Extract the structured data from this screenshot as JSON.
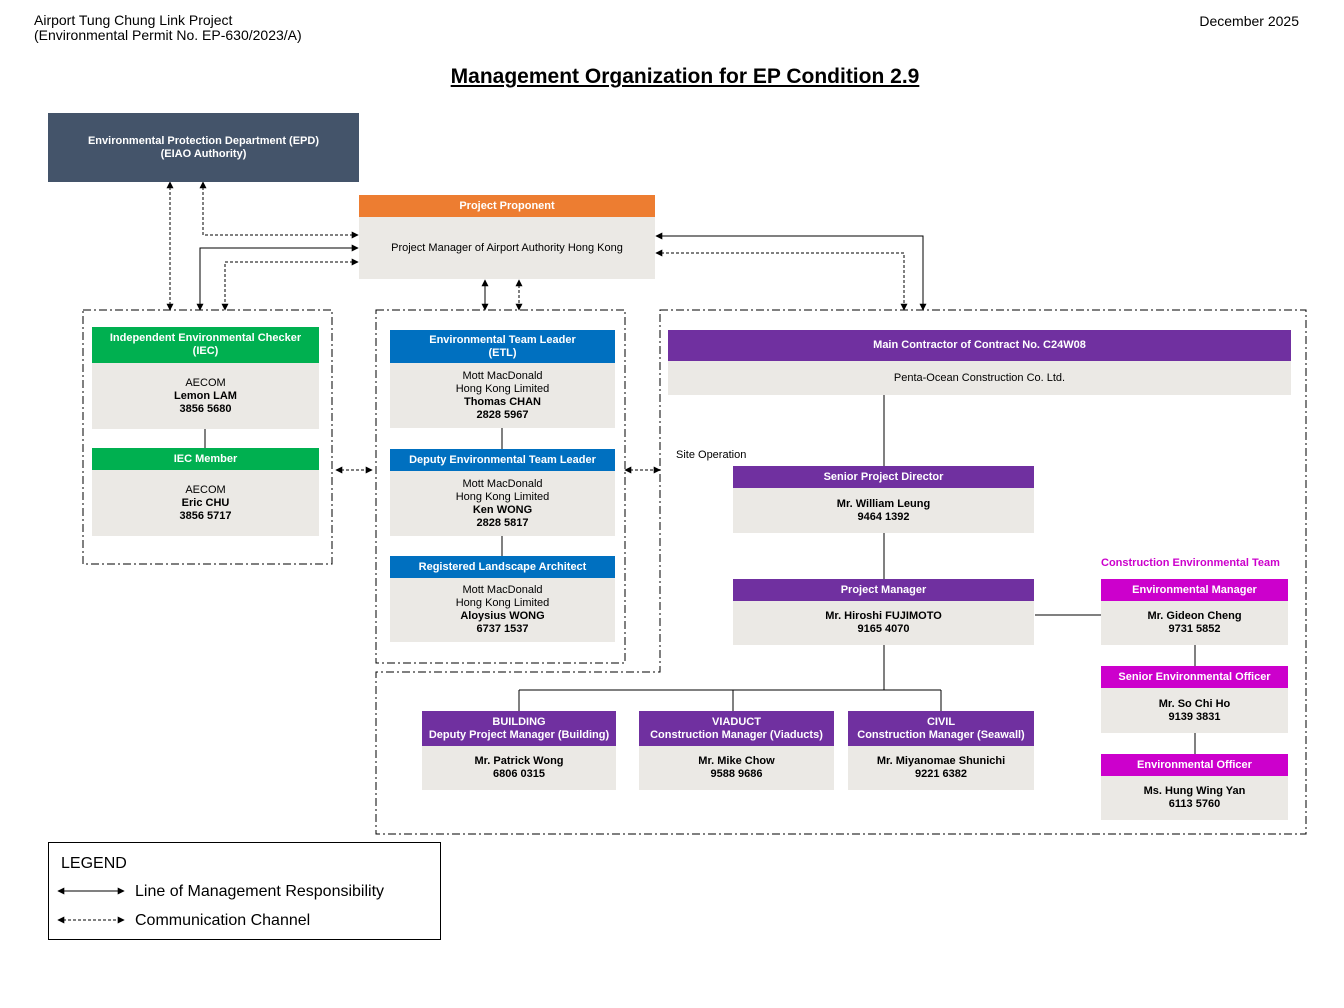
{
  "header": {
    "project_line1": "Airport Tung Chung Link Project",
    "project_line2": "(Environmental Permit No. EP-630/2023/A)",
    "date": "December 2025",
    "title": "Management Organization for EP Condition 2.9"
  },
  "colors": {
    "epd": "#44546a",
    "proponent": "#ed7d31",
    "iec": "#00b050",
    "etl": "#0070c0",
    "contractor": "#7030a0",
    "cet": "#cc00cc",
    "body": "#ebe9e5"
  },
  "epd": {
    "line1": "Environmental Protection Department (EPD)",
    "line2": "(EIAO Authority)"
  },
  "proponent": {
    "header": "Project Proponent",
    "body": "Project Manager of Airport Authority Hong Kong"
  },
  "iec": {
    "header1": "Independent Environmental Checker",
    "header2": "(IEC)",
    "company": "AECOM",
    "name": "Lemon LAM",
    "phone": "3856 5680"
  },
  "iec_member": {
    "header": "IEC Member",
    "company": "AECOM",
    "name": "Eric CHU",
    "phone": "3856 5717"
  },
  "etl": {
    "header1": "Environmental Team Leader",
    "header2": "(ETL)",
    "company1": "Mott MacDonald",
    "company2": "Hong Kong Limited",
    "name": "Thomas CHAN",
    "phone": "2828 5967"
  },
  "detl": {
    "header": "Deputy Environmental Team Leader",
    "company1": "Mott MacDonald",
    "company2": "Hong Kong Limited",
    "name": "Ken WONG",
    "phone": "2828 5817"
  },
  "rla": {
    "header": "Registered Landscape Architect",
    "company1": "Mott MacDonald",
    "company2": "Hong Kong Limited",
    "name": "Aloysius WONG",
    "phone": "6737 1537"
  },
  "contractor": {
    "header": "Main Contractor of Contract No. C24W08",
    "body": "Penta-Ocean Construction Co. Ltd."
  },
  "site_operation": "Site Operation",
  "spd": {
    "header": "Senior Project Director",
    "name": "Mr. William Leung",
    "phone": "9464 1392"
  },
  "pm": {
    "header": "Project Manager",
    "name": "Mr. Hiroshi FUJIMOTO",
    "phone": "9165 4070"
  },
  "building": {
    "header1": "BUILDING",
    "header2": "Deputy Project Manager (Building)",
    "name": "Mr. Patrick Wong",
    "phone": "6806 0315"
  },
  "viaduct": {
    "header1": "VIADUCT",
    "header2": "Construction Manager (Viaducts)",
    "name": "Mr. Mike Chow",
    "phone": "9588 9686"
  },
  "civil": {
    "header1": "CIVIL",
    "header2": "Construction Manager (Seawall)",
    "name": "Mr. Miyanomae Shunichi",
    "phone": "9221 6382"
  },
  "cet": {
    "label": "Construction Environmental Team",
    "em": {
      "header": "Environmental Manager",
      "name": "Mr. Gideon Cheng",
      "phone": "9731 5852"
    },
    "seo": {
      "header": "Senior Environmental Officer",
      "name": "Mr. So Chi Ho",
      "phone": "9139 3831"
    },
    "eo": {
      "header": "Environmental Officer",
      "name": "Ms. Hung Wing Yan",
      "phone": "6113 5760"
    }
  },
  "legend": {
    "title": "LEGEND",
    "management": "Line of Management Responsibility",
    "communication": "Communication Channel"
  }
}
